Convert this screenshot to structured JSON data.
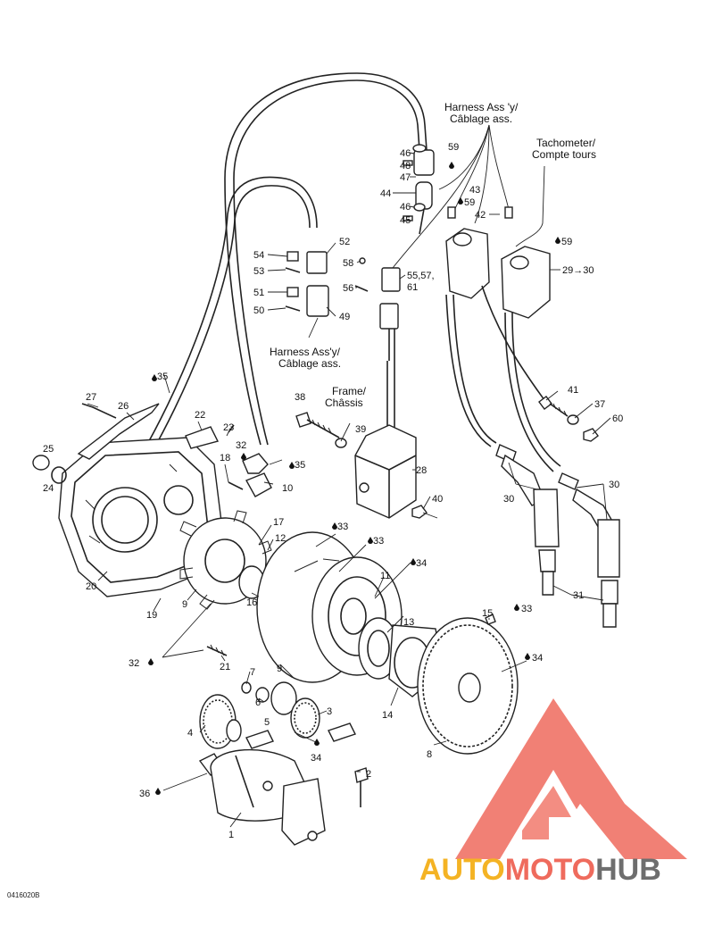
{
  "labels": {
    "harness_top_1": "Harness Ass 'y/",
    "harness_top_2": "Câblage ass.",
    "tach_1": "Tachometer/",
    "tach_2": "Compte tours",
    "harness_mid_1": "Harness Ass'y/",
    "harness_mid_2": "Câblage ass.",
    "frame_1": "Frame/",
    "frame_2": "Châssis"
  },
  "callouts": {
    "c1": "1",
    "c2": "2",
    "c3": "3",
    "c4": "4",
    "c5": "5",
    "c6": "6",
    "c7": "7",
    "c8": "8",
    "c9a": "9",
    "c9b": "9",
    "c10": "10",
    "c11": "11",
    "c12": "12",
    "c13": "13",
    "c14": "14",
    "c15": "15",
    "c16": "16",
    "c17": "17",
    "c18": "18",
    "c19": "19",
    "c20": "20",
    "c21": "21",
    "c22": "22",
    "c23": "23",
    "c24": "24",
    "c25": "25",
    "c26": "26",
    "c27": "27",
    "c28": "28",
    "c29": "29→30",
    "c30a": "30",
    "c30b": "30",
    "c31": "31",
    "c32a": "32",
    "c32b": "32",
    "c33a": "33",
    "c33b": "33",
    "c33c": "33",
    "c34a": "34",
    "c34b": "34",
    "c34c": "34",
    "c35a": "35",
    "c35b": "35",
    "c36": "36",
    "c37": "37",
    "c38": "38",
    "c39": "39",
    "c40": "40",
    "c41": "41",
    "c42": "42",
    "c43": "43",
    "c44": "44",
    "c45": "45",
    "c46a": "46",
    "c46b": "46",
    "c47": "47",
    "c48": "48",
    "c49": "49",
    "c50": "50",
    "c51": "51",
    "c52": "52",
    "c53": "53",
    "c54": "54",
    "c55": "55,57,",
    "c61": "61",
    "c56": "56",
    "c58": "58",
    "c59a": "59",
    "c59b": "59",
    "c59c": "59",
    "c60": "60"
  },
  "ref_code": "0416020B",
  "watermark": {
    "auto": "AUTO",
    "moto": "MOTO",
    "hub": "HUB",
    "colors": {
      "auto": "#f4b324",
      "moto": "#ef6b5d",
      "hub": "#6e6e6e",
      "logo": "#ef6b5d"
    }
  }
}
